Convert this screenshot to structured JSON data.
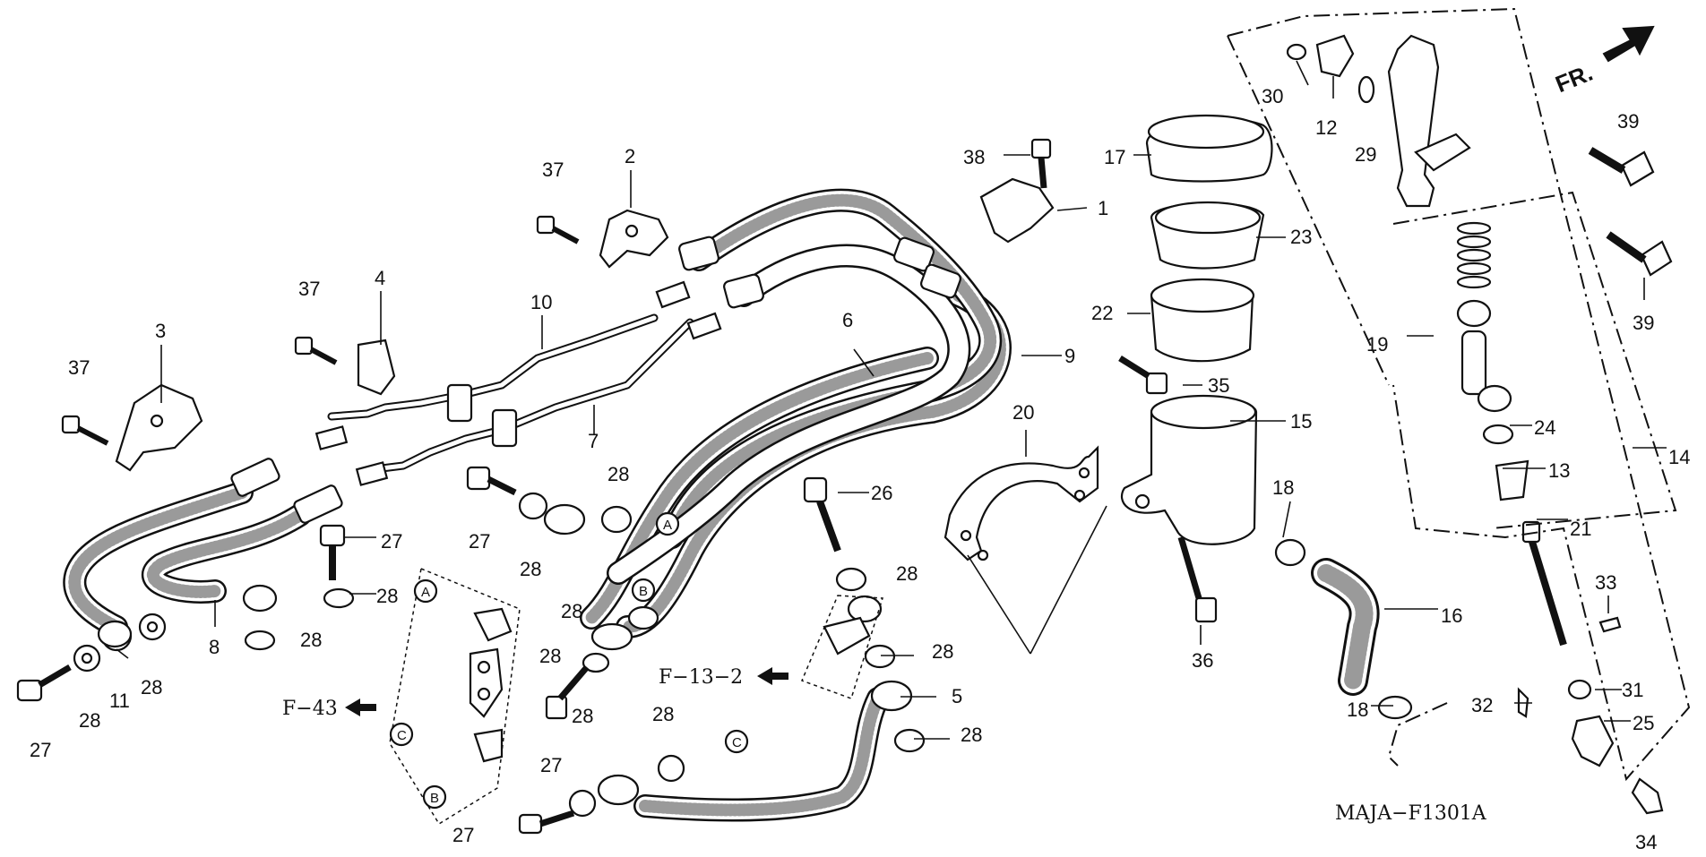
{
  "diagram": {
    "code": "MAJA−F1301A",
    "direction_label": "FR.",
    "part_numbers": [
      "1",
      "2",
      "3",
      "4",
      "5",
      "6",
      "7",
      "8",
      "9",
      "10",
      "11",
      "12",
      "13",
      "14",
      "15",
      "16",
      "17",
      "18",
      "19",
      "20",
      "21",
      "22",
      "23",
      "24",
      "25",
      "26",
      "27",
      "28",
      "29",
      "30",
      "31",
      "32",
      "33",
      "34",
      "35",
      "36",
      "37",
      "38",
      "39"
    ],
    "references": {
      "f43": "F−43",
      "f132": "F−13−2"
    },
    "connection_letters": {
      "a": "A",
      "b": "B",
      "c": "C"
    }
  }
}
